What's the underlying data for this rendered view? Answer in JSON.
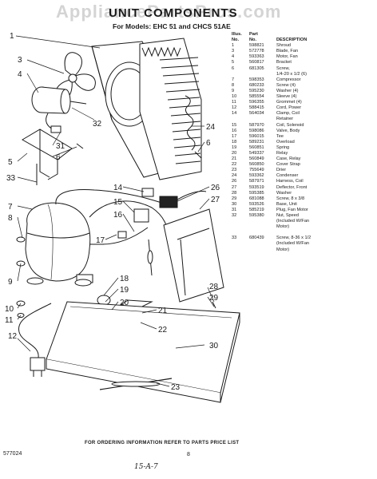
{
  "watermark": "AppliancePartsPros.com",
  "title": "UNIT COMPONENTS",
  "subtitle": "For Models: EHC 51 and CHCS 51AE",
  "table_headers": {
    "illus_line1": "Illus.",
    "illus_line2": "No.",
    "part_line1": "Part",
    "part_line2": "No.",
    "description": "DESCRIPTION"
  },
  "parts": [
    {
      "illus": "1",
      "part": "598821",
      "desc": "Shroud"
    },
    {
      "illus": "3",
      "part": "572778",
      "desc": "Blade, Fan"
    },
    {
      "illus": "4",
      "part": "593363",
      "desc": "Motor, Fan"
    },
    {
      "illus": "5",
      "part": "560817",
      "desc": "Bracket"
    },
    {
      "illus": "6",
      "part": "681305",
      "desc": "Screw,"
    },
    {
      "illus": "",
      "part": "",
      "desc": "1/4-20 x 1/2 (6)"
    },
    {
      "illus": "7",
      "part": "598353",
      "desc": "Compressor"
    },
    {
      "illus": "8",
      "part": "680233",
      "desc": "Screw (4)"
    },
    {
      "illus": "9",
      "part": "595230",
      "desc": "Washer (4)"
    },
    {
      "illus": "10",
      "part": "585554",
      "desc": "Sleeve (4)"
    },
    {
      "illus": "11",
      "part": "596355",
      "desc": "Grommet (4)"
    },
    {
      "illus": "12",
      "part": "588415",
      "desc": "Cord, Power"
    },
    {
      "illus": "14",
      "part": "564034",
      "desc": "Clamp, Coil"
    },
    {
      "illus": "",
      "part": "",
      "desc": "Retainer"
    },
    {
      "illus": "15",
      "part": "587970",
      "desc": "Coil, Solenoid"
    },
    {
      "illus": "16",
      "part": "598086",
      "desc": "Valve, Body"
    },
    {
      "illus": "17",
      "part": "596015",
      "desc": "Tee"
    },
    {
      "illus": "18",
      "part": "589231",
      "desc": "Overload"
    },
    {
      "illus": "19",
      "part": "560851",
      "desc": "Spring"
    },
    {
      "illus": "20",
      "part": "549337",
      "desc": "Relay"
    },
    {
      "illus": "21",
      "part": "560849",
      "desc": "Case, Relay"
    },
    {
      "illus": "22",
      "part": "560850",
      "desc": "Cover Strap"
    },
    {
      "illus": "23",
      "part": "755649",
      "desc": "Drier"
    },
    {
      "illus": "24",
      "part": "593362",
      "desc": "Condenser"
    },
    {
      "illus": "26",
      "part": "587971",
      "desc": "Harness, Coil"
    },
    {
      "illus": "27",
      "part": "593519",
      "desc": "Deflector, Front"
    },
    {
      "illus": "28",
      "part": "595385",
      "desc": "Washer"
    },
    {
      "illus": "29",
      "part": "681088",
      "desc": "Screw, 8 x 3/8"
    },
    {
      "illus": "30",
      "part": "593526",
      "desc": "Base, Unit"
    },
    {
      "illus": "31",
      "part": "585219",
      "desc": "Plug, Fan Motor"
    },
    {
      "illus": "32",
      "part": "595380",
      "desc": "Nut, Speed"
    },
    {
      "illus": "",
      "part": "",
      "desc": "(Included W/Fan"
    },
    {
      "illus": "",
      "part": "",
      "desc": "Motor)"
    },
    {
      "illus": "",
      "part": "",
      "desc": ""
    },
    {
      "illus": "33",
      "part": "680439",
      "desc": "Screw, 8-36 x 1/2"
    },
    {
      "illus": "",
      "part": "",
      "desc": "(Included W/Fan"
    },
    {
      "illus": "",
      "part": "",
      "desc": "Motor)"
    }
  ],
  "callouts": [
    "1",
    "3",
    "4",
    "32",
    "24",
    "6",
    "31",
    "6",
    "5",
    "33",
    "14",
    "26",
    "15",
    "16",
    "27",
    "7",
    "8",
    "9",
    "10",
    "11",
    "17",
    "18",
    "19",
    "20",
    "21",
    "22",
    "30",
    "28",
    "29",
    "12",
    "23"
  ],
  "footer": "FOR ORDERING INFORMATION REFER TO PARTS PRICE LIST",
  "doc_number": "577024",
  "page_number": "8",
  "handwritten": "15-A-7"
}
